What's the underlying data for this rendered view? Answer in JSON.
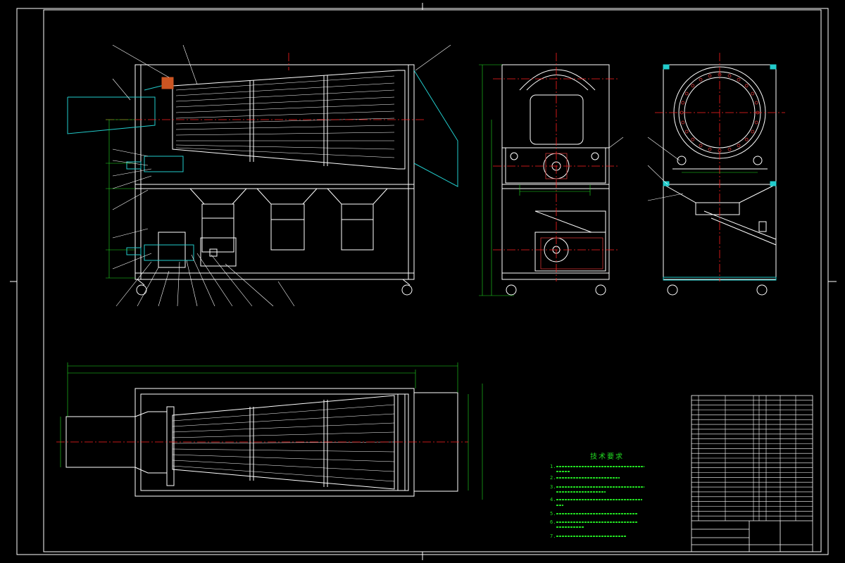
{
  "drawing": {
    "colors": {
      "background": "#000000",
      "frame": "#ffffff",
      "centerline": "#ff2020",
      "dimension": "#22dd22",
      "section": "#22cccc",
      "motor": "#cc3333"
    },
    "technical_requirements": {
      "title": "技术要求",
      "items": [
        "1.",
        "2.",
        "3.",
        "4.",
        "5.",
        "6.",
        "7."
      ]
    },
    "title_block": {
      "drawing_name": "",
      "company": ""
    },
    "views": [
      "front-view",
      "side-view",
      "end-section-view",
      "top-view"
    ]
  }
}
